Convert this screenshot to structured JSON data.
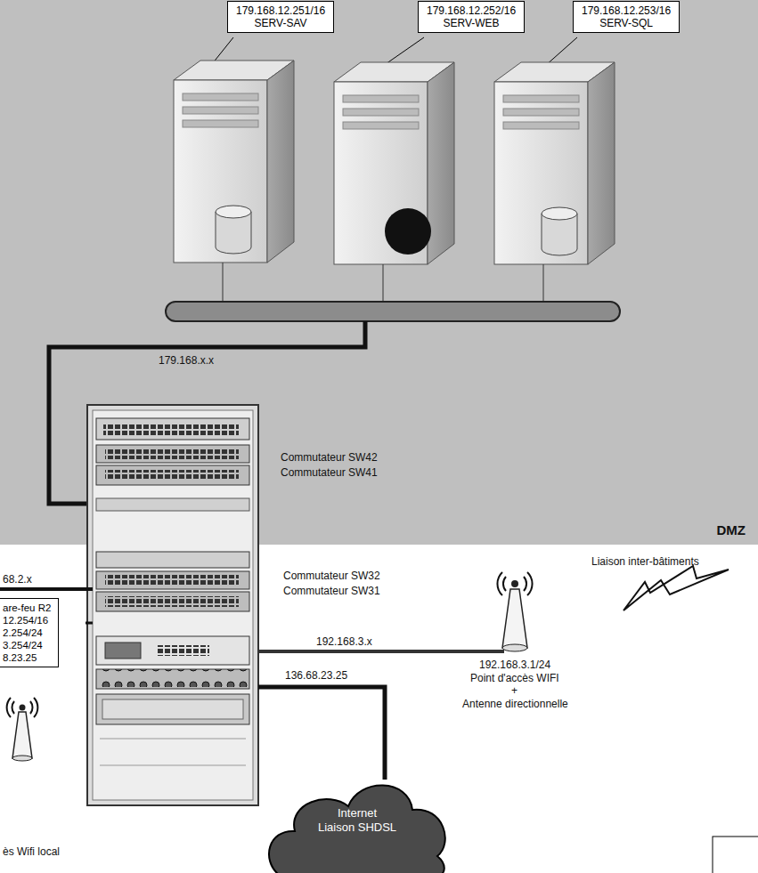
{
  "diagram": {
    "nodes": [
      {
        "text": [
          "DMZ"
        ]
      },
      {
        "text": [
          "179.168.12.251/16",
          "SERV-SAV"
        ],
        "in": 0
      },
      {
        "text": [
          "179.168.12.252/16",
          "SERV-WEB"
        ],
        "in": 0
      },
      {
        "text": [
          "179.168.12.253/16",
          "SERV-SQL"
        ],
        "in": 0
      },
      {
        "text": [
          "are-feu R2",
          "12.254/16",
          "2.254/24",
          "3.254/24",
          "8.23.25"
        ]
      },
      {
        "text": [
          "Internet",
          "Liaison SHDSL"
        ]
      }
    ],
    "labels": [
      "179.168.x.x",
      "Commutateur SW42",
      "Commutateur SW41",
      "68.2.x",
      "Commutateur SW32",
      "Commutateur SW31",
      "192.168.3.x",
      "136.68.23.25",
      "Liaison inter-bâtiments",
      "192.168.3.1/24",
      "Point d'accès WIFI",
      "+",
      "Antenne directionnelle",
      "ès Wifi local"
    ]
  }
}
